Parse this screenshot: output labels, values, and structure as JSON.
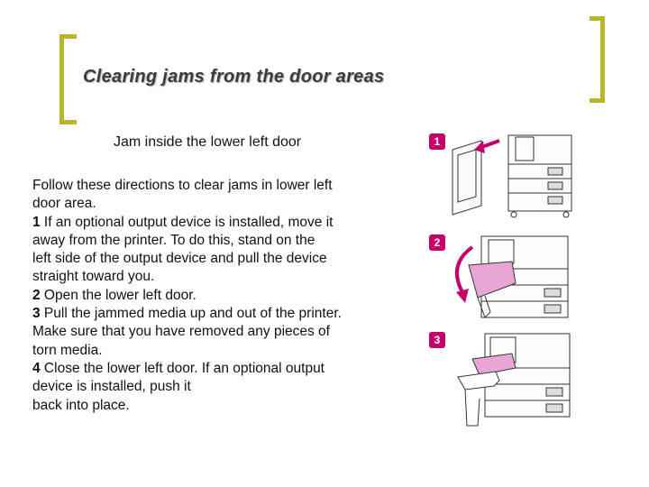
{
  "slide": {
    "title": "Clearing jams from the door areas",
    "subtitle": "Jam inside the lower left door"
  },
  "instructions": {
    "intro_1": "Follow these directions to clear jams in lower left",
    "intro_2": "door area.",
    "step1_num": "1",
    "step1_1": " If an optional output device is installed, move it",
    "step1_2": "away from the printer. To do this, stand on the",
    "step1_3": "left side of the output device and pull the device",
    "step1_4": "straight toward you.",
    "step2_num": "2",
    "step2_1": " Open the lower left door.",
    "step3_num": "3",
    "step3_1": " Pull the jammed media up and out of the printer.",
    "step3_2": "Make sure that you have removed any pieces of",
    "step3_3": "torn media.",
    "step4_num": "4",
    "step4_1": " Close the lower left door. If an optional output",
    "step4_2": "device is installed, push it",
    "step4_3": "back into place."
  },
  "figures": [
    {
      "badge": "1",
      "icon": "printer-move-output-device-illustration"
    },
    {
      "badge": "2",
      "icon": "printer-open-lower-left-door-illustration"
    },
    {
      "badge": "3",
      "icon": "printer-remove-jammed-media-illustration"
    }
  ],
  "colors": {
    "bracket": "#b8b62a",
    "badge": "#c4006a",
    "door": "#e8a6d4",
    "arrow": "#c4006a"
  }
}
